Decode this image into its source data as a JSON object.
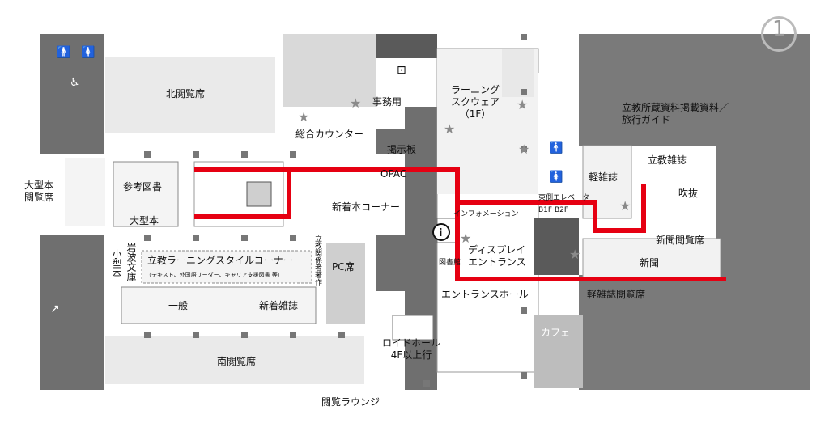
{
  "badge": {
    "number": "1"
  },
  "labels": {
    "north_reading": "北閲覧席",
    "general_counter": "総合カウンター",
    "office": "事務用",
    "bulletin": "掲示板",
    "opac": "OPAC",
    "new_books": "新着本コーナー",
    "information": "インフォメーション",
    "learning_square": "ラーニング\nスクウェア\n（1F）",
    "rikkyo_holdings": "立教所蔵資料掲載資料／\n旅行ガイド",
    "rikkyo_magazine": "立教雑誌",
    "atrium": "吹抜",
    "light_magazines": "軽雑誌",
    "east_elevator": "東側エレベータ\nB1F B2F",
    "newspaper_reading": "新聞閲覧席",
    "newspaper": "新聞",
    "display_entrance": "ディスプレイ\nエントランス",
    "library_entry": "図書館",
    "entrance_hall": "エントランスホール",
    "light_magazine_reading": "軽雑誌閲覧席",
    "cafe": "カフェ",
    "lloyd_hall": "ロイドホール\n4F以上行",
    "reading_lounge": "閲覧ラウンジ",
    "south_reading": "南閲覧席",
    "general": "一般",
    "new_magazines": "新着雑誌",
    "pc_seats": "PC席",
    "learning_style_corner": "立教ラーニングスタイルコーナー",
    "learning_style_note": "（テキスト、外国語リーダー、キャリア支援図書 等）",
    "iwanami": "岩波文庫",
    "small_books": "小型本",
    "reference": "参考図書",
    "large_books": "大型本",
    "large_reading": "大型本\n閲覧席",
    "rikkyo_researchers": "立教関係者著作"
  },
  "colors": {
    "route": "#e60012",
    "dark": "#6d6d6d",
    "mid": "#9c9c9c",
    "light": "#d9d9d9",
    "floor": "#ffffff"
  },
  "icons": [
    "restroom-men-icon",
    "restroom-women-icon",
    "accessible-icon",
    "elevator-icon",
    "stairs-icon",
    "info-icon",
    "star-icon"
  ]
}
